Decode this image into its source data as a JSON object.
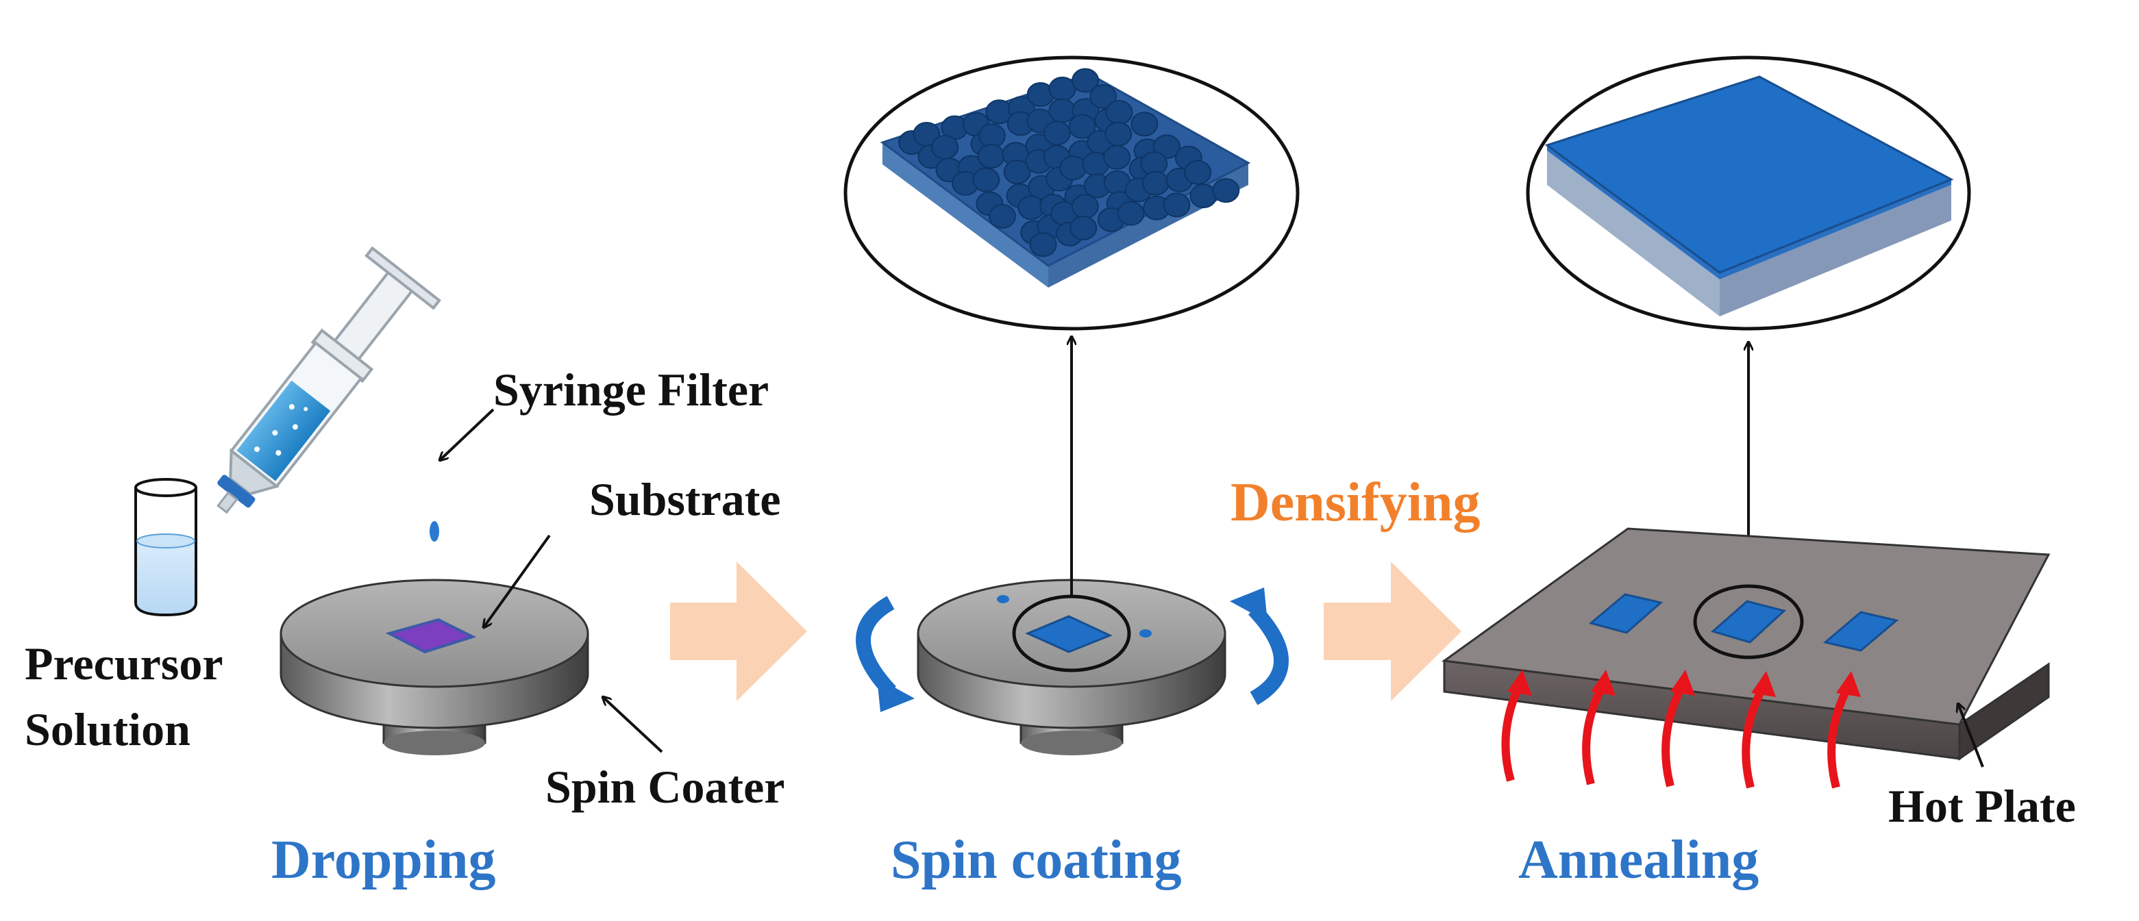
{
  "labels": {
    "syringe_filter": "Syringe Filter",
    "substrate": "Substrate",
    "precursor_line1": "Precursor",
    "precursor_line2": "Solution",
    "spin_coater": "Spin Coater",
    "hot_plate": "Hot Plate"
  },
  "steps": {
    "dropping": "Dropping",
    "spin_coating": "Spin coating",
    "annealing": "Annealing",
    "densifying": "Densifying"
  },
  "colors": {
    "step_blue": "#2e75c8",
    "densify_orange": "#f2802b",
    "film_blue": "#1f6fc6",
    "flow_arrow": "#fbd3b4",
    "heat_red": "#e8141b",
    "substrate_purple": "#7b3fbf"
  }
}
